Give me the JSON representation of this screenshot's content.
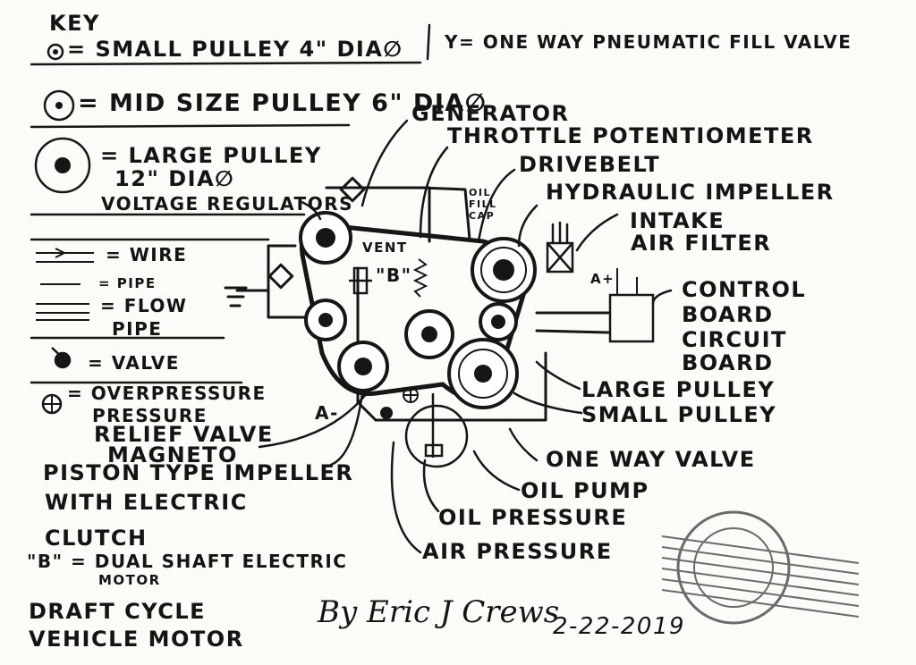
{
  "key": {
    "title": "KEY",
    "small_pulley": "= SMALL PULLEY  4\" DIA∅",
    "fill_valve": "Y= ONE WAY PNEUMATIC FILL VALVE",
    "mid_pulley": "= MID SIZE PULLEY 6\" DIA∅",
    "large_pulley_a": "= LARGE PULLEY",
    "large_pulley_b": "12\" DIA∅",
    "voltage_regulators": "VOLTAGE REGULATORS",
    "wire": "= WIRE",
    "pipe": "= PIPE",
    "flow_pipe_a": "= FLOW",
    "flow_pipe_b": "PIPE",
    "valve": "= VALVE",
    "overpressure_a": "= OVERPRESSURE",
    "overpressure_b": "PRESSURE",
    "overpressure_c": "RELIEF VALVE",
    "magneto": "MAGNETO",
    "piston_a": "PISTON TYPE IMPELLER",
    "piston_b": "WITH ELECTRIC",
    "piston_c": "CLUTCH",
    "motor_b_a": "\"B\" = DUAL SHAFT ELECTRIC",
    "motor_b_b": "MOTOR"
  },
  "labels": {
    "generator": "GENERATOR",
    "throttle": "THROTTLE POTENTIOMETER",
    "drivebelt": "DRIVEBELT",
    "oil_fill_a": "OIL",
    "oil_fill_b": "FILL",
    "oil_fill_c": "CAP",
    "hydraulic": "HYDRAULIC IMPELLER",
    "intake_a": "INTAKE",
    "intake_b": "AIR FILTER",
    "control_a": "CONTROL",
    "control_b": "BOARD",
    "control_c": "CIRCUIT",
    "control_d": "BOARD",
    "large_pulley": "LARGE PULLEY",
    "small_pulley": "SMALL PULLEY",
    "one_way": "ONE WAY VALVE",
    "oil_pump": "OIL PUMP",
    "oil_pressure": "OIL PRESSURE",
    "air_pressure": "AIR PRESSURE",
    "vent": "VENT",
    "b_marker": "\"B\"",
    "a_left": "A-",
    "a_right": "A+"
  },
  "footer": {
    "title_a": "DRAFT CYCLE",
    "title_b": "VEHICLE MOTOR",
    "signature": "By Eric J Crews",
    "date": "2-22-2019"
  }
}
